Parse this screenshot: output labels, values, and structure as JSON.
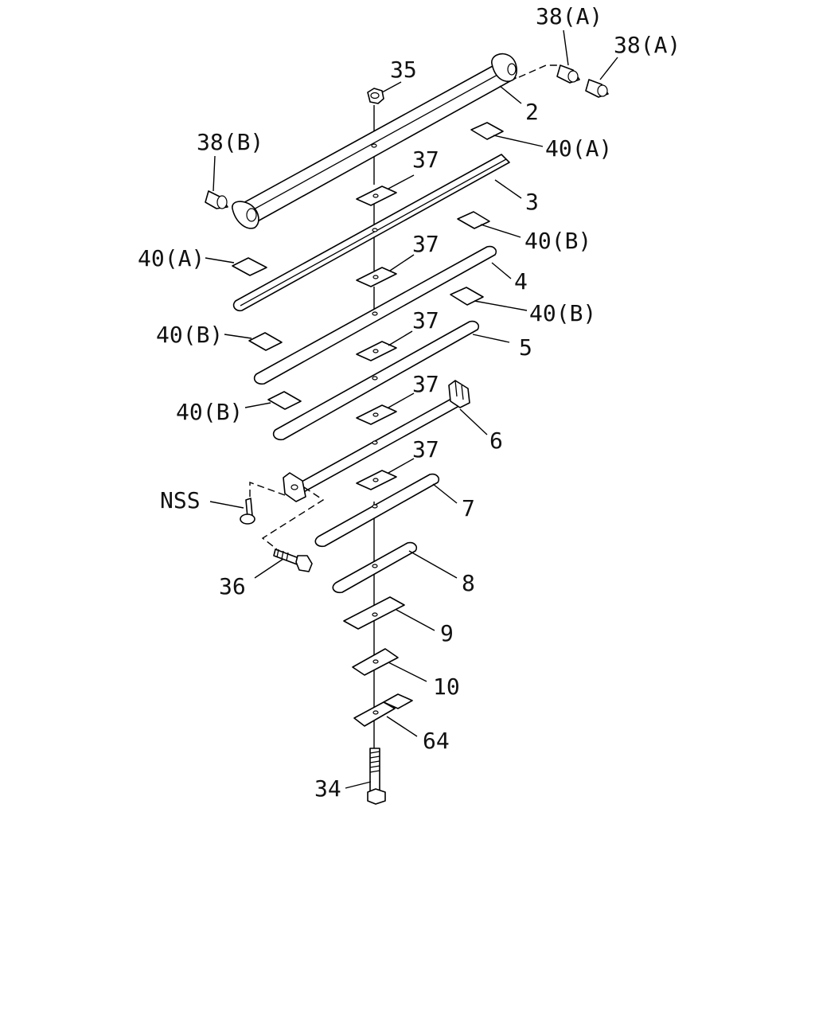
{
  "diagram": {
    "labels": {
      "part_2": "2",
      "part_3": "3",
      "part_4": "4",
      "part_5": "5",
      "part_6": "6",
      "part_7": "7",
      "part_8": "8",
      "part_9": "9",
      "part_10": "10",
      "part_64": "64",
      "part_34": "34",
      "part_35": "35",
      "part_36": "36",
      "nss": "NSS",
      "part_37_a": "37",
      "part_37_b": "37",
      "part_37_c": "37",
      "part_37_d": "37",
      "part_37_e": "37",
      "part_38a_1": "38(A)",
      "part_38a_2": "38(A)",
      "part_38b": "38(B)",
      "part_40a_1": "40(A)",
      "part_40a_2": "40(A)",
      "part_40b_1": "40(B)",
      "part_40b_2": "40(B)",
      "part_40b_3": "40(B)",
      "part_40b_4": "40(B)"
    }
  }
}
